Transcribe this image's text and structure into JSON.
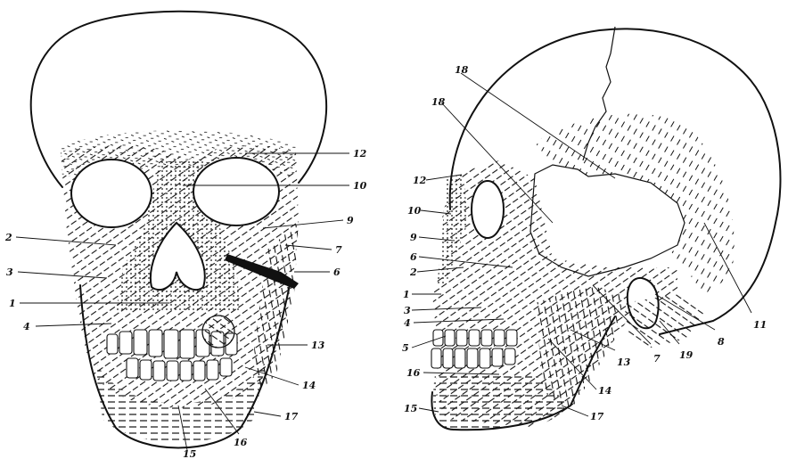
{
  "figure": {
    "colors": {
      "ink": "#111111",
      "paper": "#ffffff"
    },
    "front_view": {
      "labels": [
        "12",
        "10",
        "9",
        "2",
        "7",
        "6",
        "3",
        "1",
        "4",
        "13",
        "14",
        "17",
        "16",
        "15"
      ]
    },
    "side_view": {
      "labels": [
        "18",
        "18",
        "12",
        "10",
        "9",
        "6",
        "2",
        "1",
        "3",
        "4",
        "5",
        "16",
        "15",
        "13",
        "7",
        "8",
        "11",
        "19",
        "14",
        "17"
      ]
    }
  }
}
